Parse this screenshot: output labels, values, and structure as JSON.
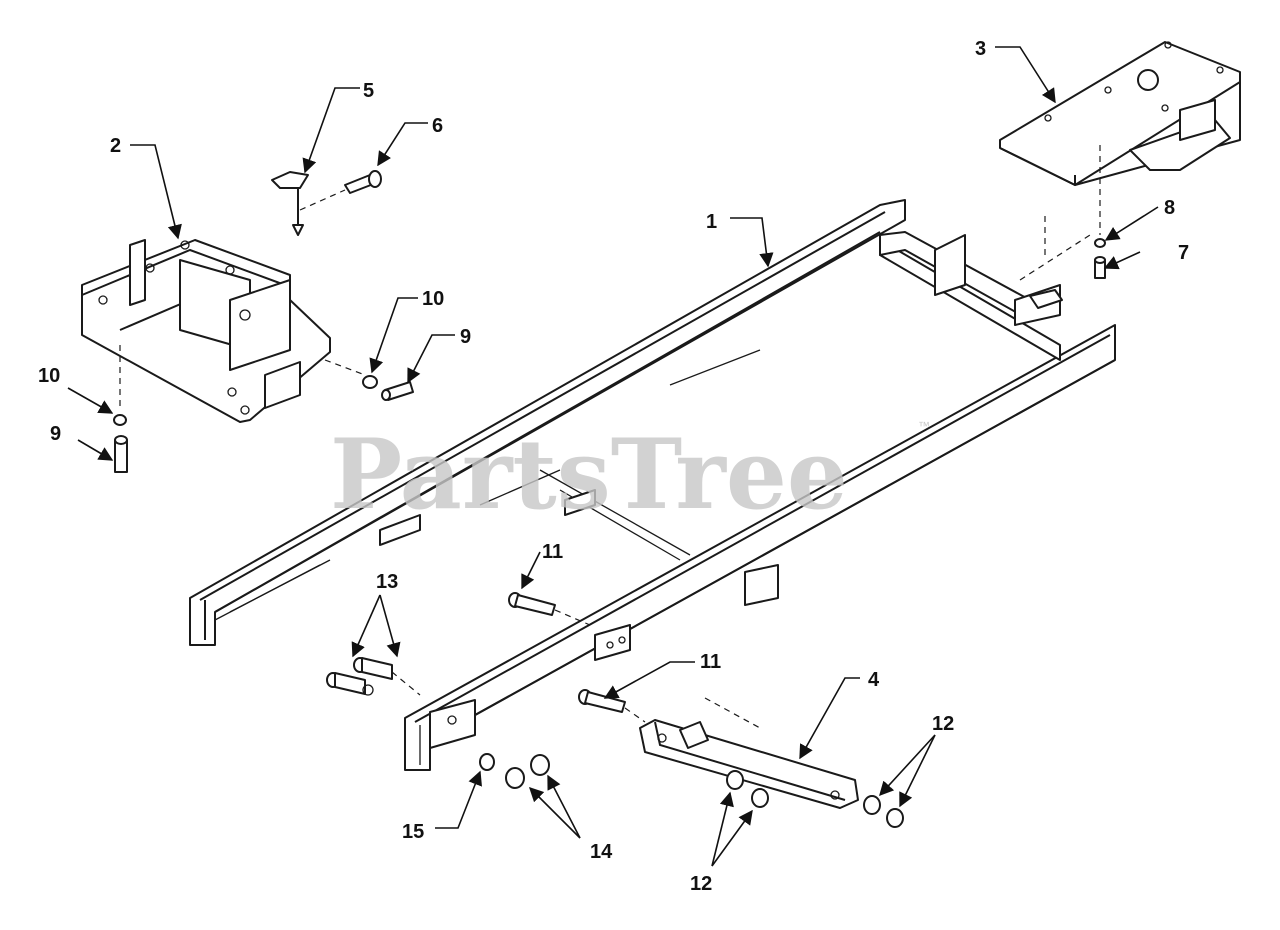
{
  "watermark": {
    "text": "PartsTree",
    "trademark": "™"
  },
  "callouts": [
    "1",
    "2",
    "3",
    "4",
    "5",
    "6",
    "7",
    "8",
    "9",
    "9",
    "10",
    "10",
    "11",
    "11",
    "12",
    "12",
    "13",
    "14",
    "15"
  ],
  "colors": {
    "line": "#1a1a1a",
    "watermark": "#c8c8c8",
    "background": "#ffffff"
  }
}
